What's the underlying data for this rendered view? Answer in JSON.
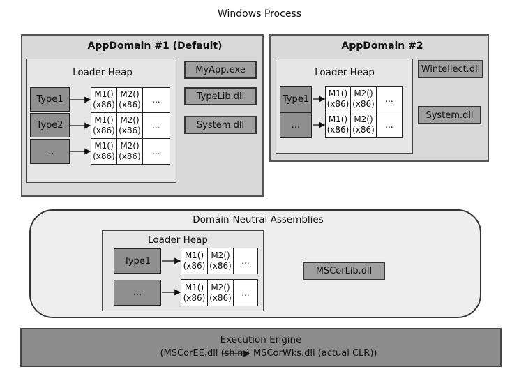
{
  "title": "Windows Process",
  "appdomain1": {
    "header": "AppDomain #1 (Default)",
    "heap_label": "Loader Heap",
    "rows": [
      {
        "type": "Type1",
        "m1": [
          "M1()",
          "(x86)"
        ],
        "m2": [
          "M2()",
          "(x86)"
        ],
        "more": "..."
      },
      {
        "type": "Type2",
        "m1": [
          "M1()",
          "(x86)"
        ],
        "m2": [
          "M2()",
          "(x86)"
        ],
        "more": "..."
      },
      {
        "type": "...",
        "m1": [
          "M1()",
          "(x86)"
        ],
        "m2": [
          "M2()",
          "(x86)"
        ],
        "more": "..."
      }
    ],
    "assemblies": [
      "MyApp.exe",
      "TypeLib.dll",
      "System.dll"
    ]
  },
  "appdomain2": {
    "header": "AppDomain #2",
    "heap_label": "Loader Heap",
    "rows": [
      {
        "type": "Type1",
        "m1": [
          "M1()",
          "(x86)"
        ],
        "m2": [
          "M2()",
          "(x86)"
        ],
        "more": "..."
      },
      {
        "type": "...",
        "m1": [
          "M1()",
          "(x86)"
        ],
        "m2": [
          "M2()",
          "(x86)"
        ],
        "more": "..."
      }
    ],
    "assemblies": [
      "Wintellect.dll",
      "System.dll"
    ]
  },
  "neutral": {
    "header": "Domain-Neutral Assemblies",
    "heap_label": "Loader Heap",
    "rows": [
      {
        "type": "Type1",
        "m1": [
          "M1()",
          "(x86)"
        ],
        "m2": [
          "M2()",
          "(x86)"
        ],
        "more": "..."
      },
      {
        "type": "...",
        "m1": [
          "M1()",
          "(x86)"
        ],
        "m2": [
          "M2()",
          "(x86)"
        ],
        "more": "..."
      }
    ],
    "assembly": "MSCorLib.dll"
  },
  "engine": {
    "header": "Execution Engine",
    "shim": "(MSCorEE.dll (shim)",
    "clr": "MSCorWks.dll (actual CLR))"
  }
}
